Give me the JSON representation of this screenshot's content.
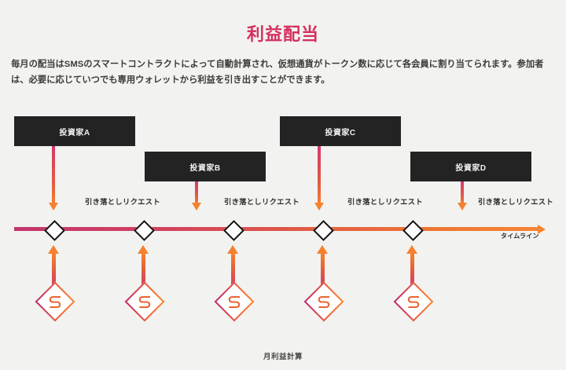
{
  "slide": {
    "title": "利益配当",
    "body_text": "毎月の配当はSMSのスマートコントラクトによって自動計算され、仮想通貨がトークン数に応じて各会員に割り当てられます。参加者は、必要に応じていつでも専用ウォレットから利益を引き出すことができます。",
    "bottom_caption": "月利益計算",
    "timeline_label": "タイムライン",
    "colors": {
      "background": "#f2f2f0",
      "title": "#d4305e",
      "box_fill": "#232323",
      "box_text": "#f0f0f0",
      "timeline_start": "#c2356d",
      "timeline_end": "#f58634",
      "arrow_orange": "#f4812f",
      "node_stroke": "#111111"
    },
    "investors": [
      {
        "label": "投資家A",
        "request_label": "引き落としリクエスト"
      },
      {
        "label": "投資家B",
        "request_label": "引き落としリクエスト"
      },
      {
        "label": "投資家C",
        "request_label": "引き落としリクエスト"
      },
      {
        "label": "投資家D",
        "request_label": "引き落としリクエスト"
      }
    ],
    "timeline_nodes": [
      {
        "name": "node-1"
      },
      {
        "name": "node-2"
      },
      {
        "name": "node-3"
      },
      {
        "name": "node-4"
      },
      {
        "name": "node-5"
      }
    ],
    "calculation_markers": [
      {
        "glyph": "S"
      },
      {
        "glyph": "S"
      },
      {
        "glyph": "S"
      },
      {
        "glyph": "S"
      },
      {
        "glyph": "S"
      }
    ]
  }
}
